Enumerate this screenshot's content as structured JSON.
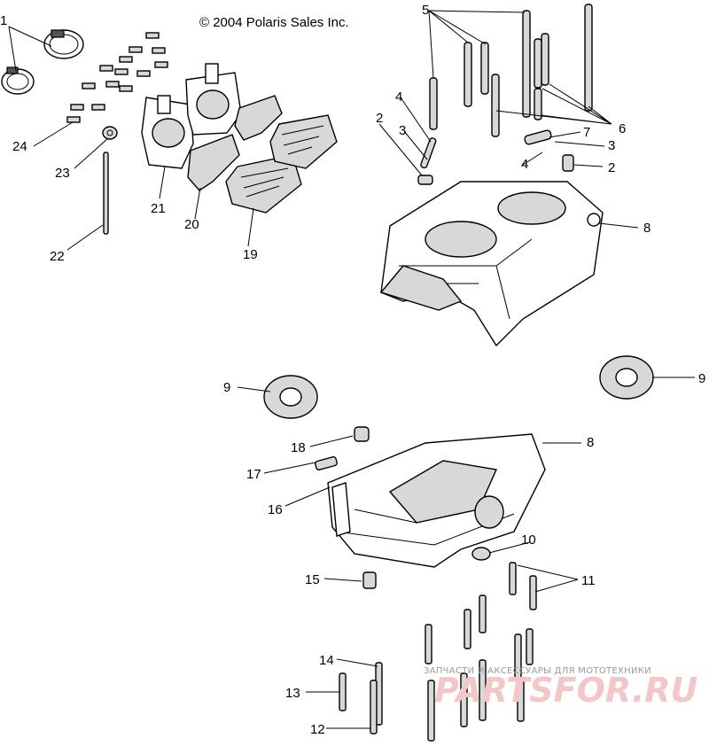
{
  "copyright": "© 2004 Polaris Sales Inc.",
  "watermark": {
    "tagline": "ЗАПЧАСТИ И АКСЕССУАРЫ ДЛЯ МОТОТЕХНИКИ",
    "site": "PARTSFOR.RU"
  },
  "callouts": {
    "c1": "1",
    "c2a": "2",
    "c2b": "2",
    "c3a": "3",
    "c3b": "3",
    "c4a": "4",
    "c4b": "4",
    "c5": "5",
    "c6": "6",
    "c7": "7",
    "c8a": "8",
    "c8b": "8",
    "c9a": "9",
    "c9b": "9",
    "c10": "10",
    "c11": "11",
    "c12": "12",
    "c13": "13",
    "c14": "14",
    "c15": "15",
    "c16": "16",
    "c17": "17",
    "c18": "18",
    "c19": "19",
    "c20": "20",
    "c21": "21",
    "c22": "22",
    "c23": "23",
    "c24": "24"
  }
}
